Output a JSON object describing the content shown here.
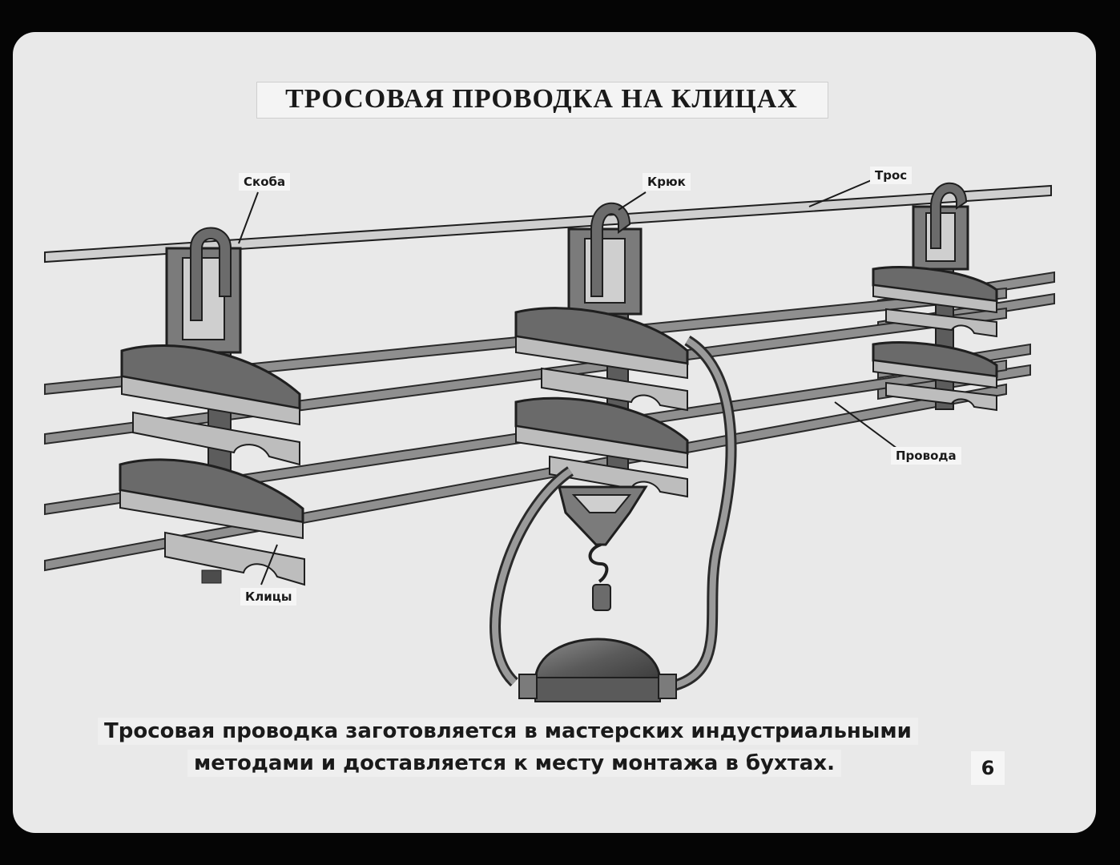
{
  "title": "ТРОСОВАЯ ПРОВОДКА НА КЛИЦАХ",
  "labels": {
    "skoba": "Скоба",
    "kryuk": "Крюк",
    "tros": "Трос",
    "provoda": "Провода",
    "klitsy": "Клицы"
  },
  "caption": {
    "line1": "Тросовая проводка заготовляется в мастерских индустриальными",
    "line2": "методами и доставляется к месту монтажа в бухтах."
  },
  "page_number": "6"
}
